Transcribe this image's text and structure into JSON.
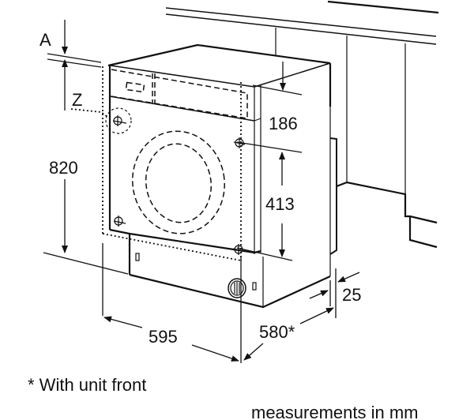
{
  "diagram": {
    "subject": "Built-in washing machine installation dimensions",
    "labels": {
      "clearance_a": "A",
      "fixing_point_z": "Z"
    },
    "dimensions": {
      "height": "820",
      "top_to_first_fixing": "186",
      "fixing_spacing": "413",
      "width": "595",
      "depth": "580*",
      "door_offset": "25"
    },
    "notes": {
      "footnote": "* With unit front",
      "units": "measurements in mm"
    },
    "colors": {
      "line": "#111111",
      "background": "#ffffff"
    }
  }
}
